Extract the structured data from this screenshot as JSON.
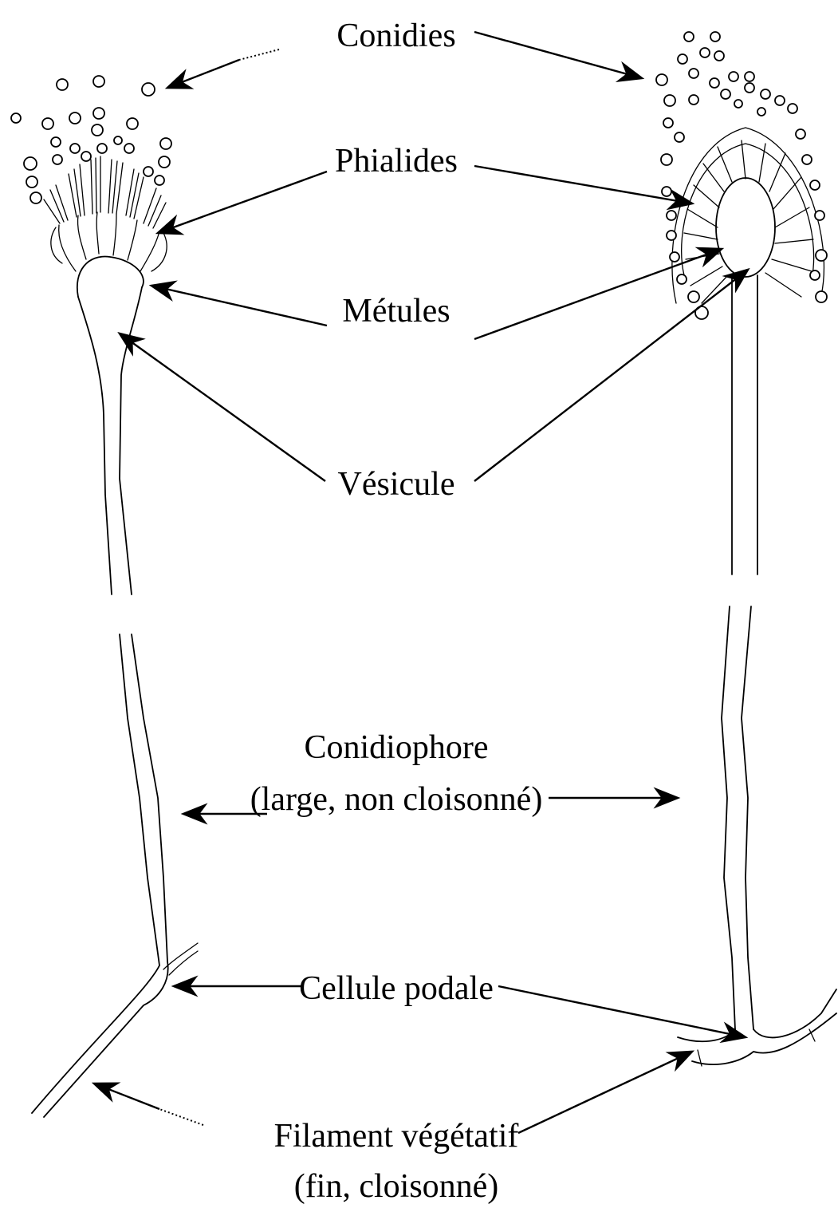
{
  "labels": {
    "conidies": "Conidies",
    "phialides": "Phialides",
    "metules": "Métules",
    "vesicule": "Vésicule",
    "conidiophore": "Conidiophore",
    "conidiophore_note": "(large, non cloisonné)",
    "cellule_podale": "Cellule podale",
    "filament": "Filament végétatif",
    "filament_note": "(fin, cloisonné)"
  }
}
